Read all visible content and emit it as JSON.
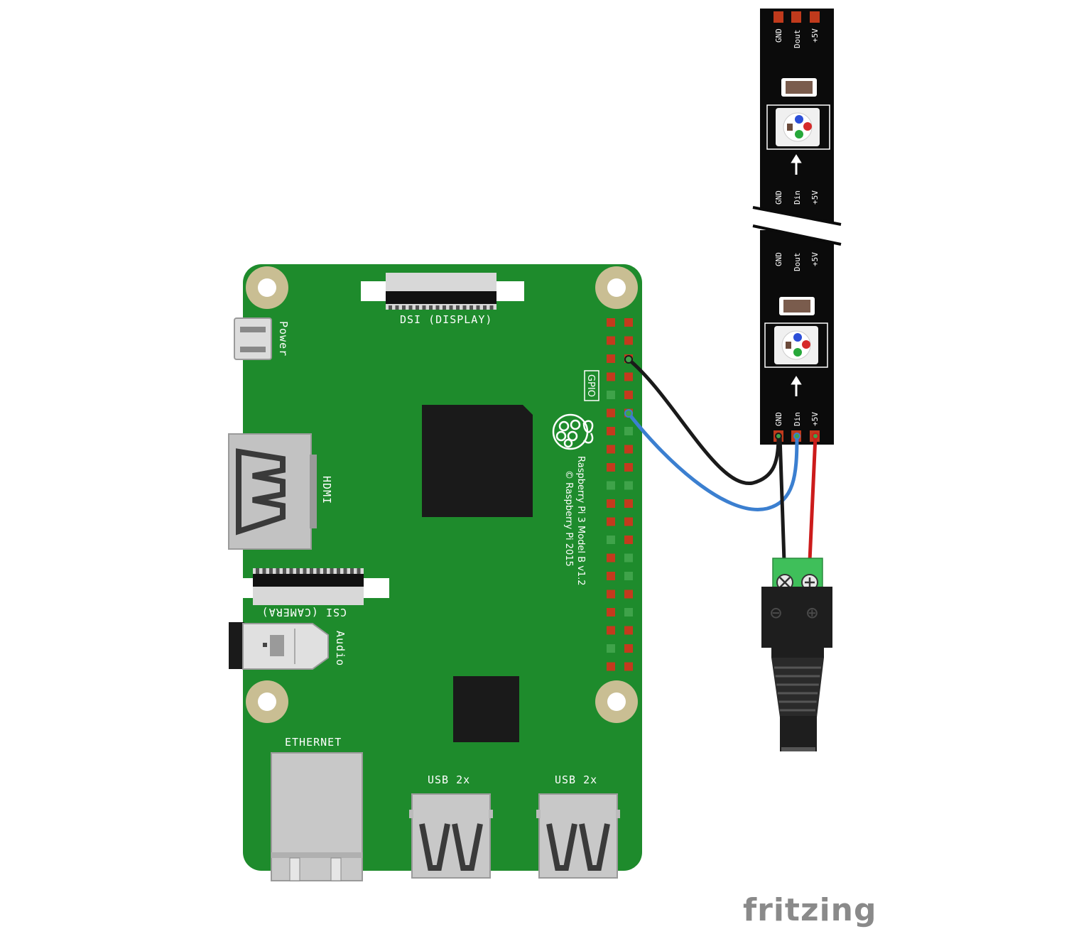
{
  "board": {
    "power_label": "Power",
    "dsi_label": "DSI (DISPLAY)",
    "hdmi_label": "HDMI",
    "csi_label": "CSI (CAMERA)",
    "audio_label": "Audio",
    "ethernet_label": "ETHERNET",
    "usb_left_label": "USB 2x",
    "usb_right_label": "USB 2x",
    "gpio_label": "GPIO",
    "model_line1": "Raspberry Pi 3 Model B v1.2",
    "model_line2": "© Raspberry Pi 2015"
  },
  "strip": {
    "top_out": [
      "GND",
      "Dout",
      "+5V"
    ],
    "top_in": [
      "GND",
      "Din",
      "+5V"
    ],
    "bottom_out": [
      "GND",
      "Dout",
      "+5V"
    ],
    "bottom_in": [
      "GND",
      "Din",
      "+5V"
    ]
  },
  "jack": {
    "minus_symbol": "⊖",
    "plus_symbol": "⊕"
  },
  "wires": [
    {
      "name": "ground-wire",
      "color": "#1a1a1a"
    },
    {
      "name": "data-wire",
      "color": "#3b7fd0"
    },
    {
      "name": "power-wire",
      "color": "#cc1b1b"
    }
  ],
  "colors": {
    "pcb": "#1e8b2c",
    "strip": "#0b0b0b"
  },
  "brand": "fritzing"
}
